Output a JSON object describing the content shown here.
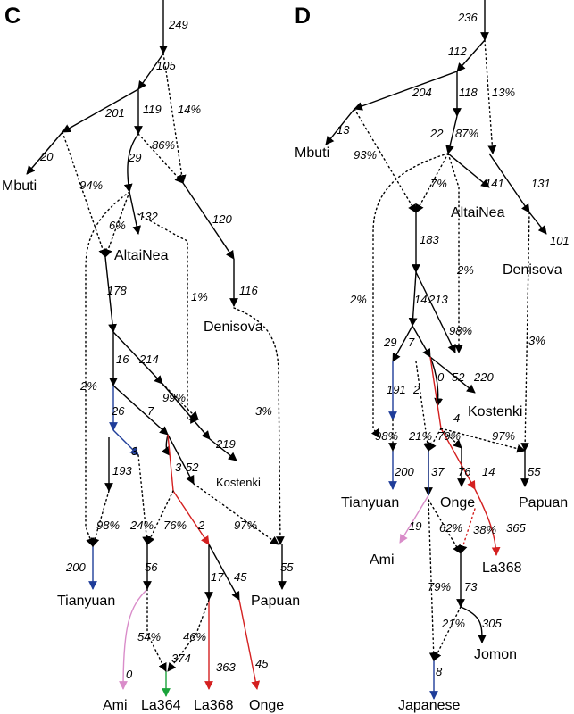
{
  "panels": {
    "left": {
      "letter": "C",
      "nodes": {
        "mbuti": "Mbuti",
        "altainea": "AltaiNea",
        "denisova": "Denisova",
        "kostenki": "Kostenki",
        "tianyuan": "Tianyuan",
        "papuan": "Papuan",
        "ami": "Ami",
        "la364": "La364",
        "la368": "La368",
        "onge": "Onge"
      },
      "edges": {
        "e249": "249",
        "e105": "105",
        "e201": "201",
        "e119": "119",
        "p14": "14%",
        "e20": "20",
        "p94": "94%",
        "e29": "29",
        "p86": "86%",
        "e132": "132",
        "p6": "6%",
        "e120": "120",
        "e178": "178",
        "p1": "1%",
        "e116": "116",
        "e16": "16",
        "e214": "214",
        "p2": "2%",
        "p99": "99%",
        "p3": "3%",
        "e26": "26",
        "e7": "7",
        "e219": "219",
        "e3": "3",
        "e193": "193",
        "e3b": "3",
        "e52": "52",
        "p98": "98%",
        "p24": "24%",
        "p76": "76%",
        "e2": "2",
        "p97": "97%",
        "e200": "200",
        "e56": "56",
        "e17": "17",
        "e45": "45",
        "e55": "55",
        "p54": "54%",
        "p46": "46%",
        "e0": "0",
        "e374": "374",
        "e363": "363",
        "e45b": "45"
      }
    },
    "right": {
      "letter": "D",
      "nodes": {
        "mbuti": "Mbuti",
        "altainea": "AltaiNea",
        "denisova": "Denisova",
        "kostenki": "Kostenki",
        "tianyuan": "Tianyuan",
        "onge": "Onge",
        "papuan": "Papuan",
        "ami": "Ami",
        "la368": "La368",
        "jomon": "Jomon",
        "japanese": "Japanese"
      },
      "edges": {
        "e236": "236",
        "e112": "112",
        "e204": "204",
        "e118": "118",
        "p13": "13%",
        "e13": "13",
        "p93": "93%",
        "e22": "22",
        "p87": "87%",
        "p7": "7%",
        "e141": "141",
        "e131": "131",
        "e183": "183",
        "e101": "101",
        "p2a": "2%",
        "p2b": "2%",
        "e14": "14",
        "e213": "213",
        "p98": "98%",
        "p3": "3%",
        "e29": "29",
        "e7": "7",
        "e0": "0",
        "e52": "52",
        "e220": "220",
        "e191": "191",
        "e2": "2",
        "e4": "4",
        "p98b": "98%",
        "p21": "21%",
        "p79": "79%",
        "p97": "97%",
        "e200": "200",
        "e37": "37",
        "e76": "76",
        "e14b": "14",
        "e55": "55",
        "e19": "19",
        "p62": "62%",
        "p38": "38%",
        "e365": "365",
        "p79b": "79%",
        "e73": "73",
        "p21b": "21%",
        "e305": "305",
        "e8": "8"
      }
    }
  },
  "colors": {
    "black": "#000000",
    "blue": "#1f3d99",
    "red": "#d42020",
    "pink": "#d98cc9",
    "green": "#1aa33a"
  }
}
